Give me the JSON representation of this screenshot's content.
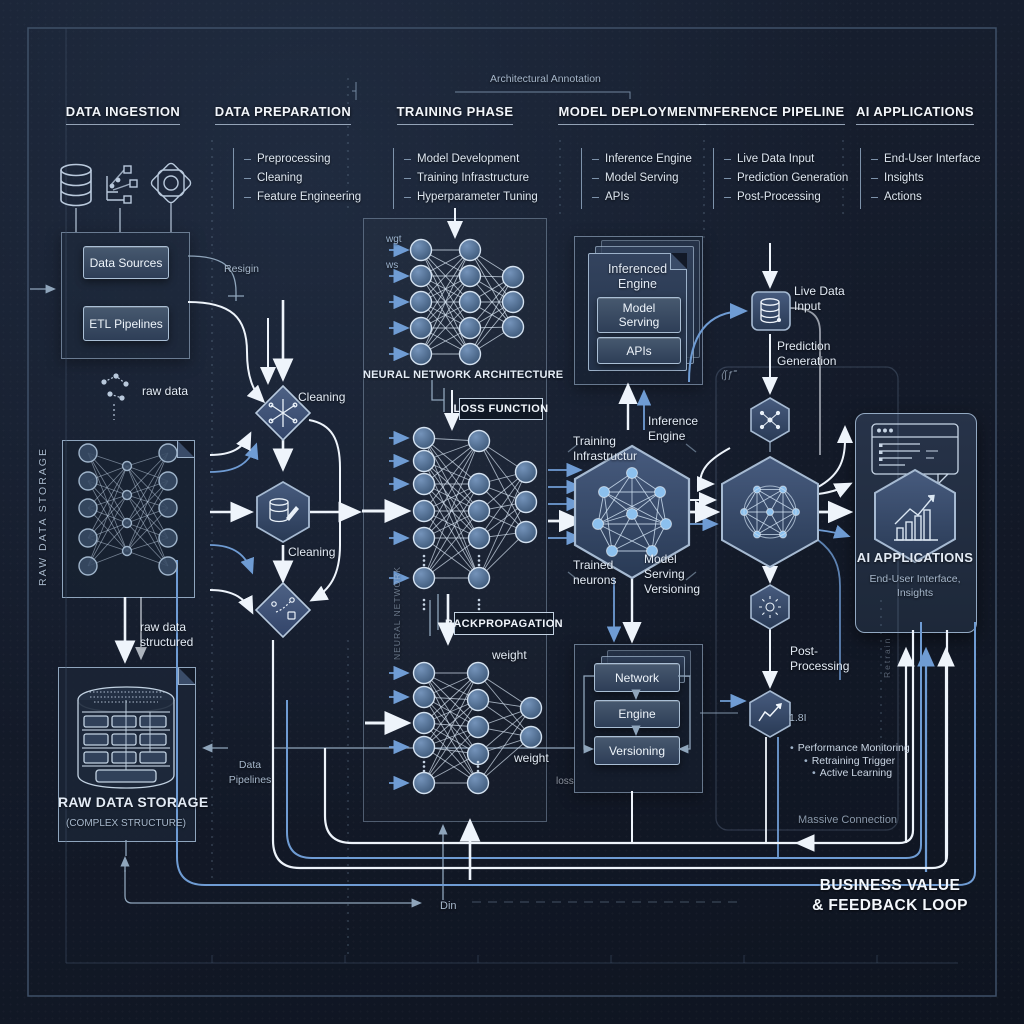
{
  "colors": {
    "background": "#141b2a",
    "accent_blue": "#6f9cd4",
    "line_white": "#eef4fb",
    "box_border": "#aabfd5",
    "panel_border": "#8fa5bd"
  },
  "annotation_label": "Architectural Annotation",
  "columns": [
    {
      "title": "DATA INGESTION",
      "items": []
    },
    {
      "title": "DATA PREPARATION",
      "items": [
        "Preprocessing",
        "Cleaning",
        "Feature Engineering"
      ]
    },
    {
      "title": "TRAINING PHASE",
      "items": [
        "Model Development",
        "Training Infrastructure",
        "Hyperparameter Tuning"
      ]
    },
    {
      "title": "MODEL DEPLOYMENT",
      "items": [
        "Inference Engine",
        "Model Serving",
        "APIs"
      ]
    },
    {
      "title": "INFERENCE PIPELINE",
      "items": [
        "Live Data Input",
        "Prediction Generation",
        "Post-Processing"
      ]
    },
    {
      "title": "AI APPLICATIONS",
      "items": [
        "End-User Interface",
        "Insights",
        "Actions"
      ]
    }
  ],
  "ingestion": {
    "data_sources": "Data Sources",
    "etl_pipelines": "ETL Pipelines",
    "region_label": "Resigin",
    "raw_data_label": "raw data",
    "side_label": "RAW DATA STORAGE",
    "structured_line1": "raw data",
    "structured_line2": "structured",
    "pipelines_line1": "Data",
    "pipelines_line2": "Pipelines",
    "storage_title": "RAW DATA STORAGE",
    "storage_subtitle": "(COMPLEX STRUCTURE)"
  },
  "preparation": {
    "cleaning_top": "Cleaning",
    "cleaning_bottom": "Cleaning"
  },
  "training": {
    "weight_in1": "wgt",
    "weight_in2": "ws",
    "nn_caption": "NEURAL NETWORK ARCHITECTURE",
    "loss_box": "LOSS FUNCTION",
    "backprop_box": "BACKPROPAGATION",
    "side_rotated": "NEURAL NETWORK",
    "weight1": "weight",
    "weight2": "weight",
    "loss_small": "loss"
  },
  "deployment": {
    "stack_line1": "Inferenced",
    "stack_line2": "Engine",
    "serving_line1": "Model",
    "serving_line2": "Serving",
    "apis": "APIs",
    "infra_line1": "Training",
    "infra_line2": "Infrastructur",
    "engine_line1": "Inference",
    "engine_line2": "Engine",
    "trained_line1": "Trained",
    "trained_line2": "neurons",
    "ver_line1": "Model",
    "ver_line2": "Serving",
    "ver_line3": "Versioning",
    "network_box": "Network",
    "engine_box": "Engine",
    "versioning_box": "Versioning"
  },
  "inference": {
    "live_line1": "Live Data",
    "live_line2": "Input",
    "pred_line1": "Prediction",
    "pred_line2": "Generation",
    "post_line1": "Post-",
    "post_line2": "Processing",
    "math_scribble": "⟨∫ƒ˭"
  },
  "applications": {
    "title": "AI APPLICATIONS",
    "subtitle1": "End-User Interface,",
    "subtitle2": "Insights",
    "rotated_label": "Retrain"
  },
  "feedback": {
    "metric_label": "1.8I",
    "bullets": [
      "Performance Monitoring",
      "Retraining Trigger",
      "Active Learning"
    ],
    "connection_label": "Massive Connection",
    "title_line1": "BUSINESS VALUE",
    "title_line2": "& FEEDBACK LOOP",
    "din_label": "Din"
  }
}
